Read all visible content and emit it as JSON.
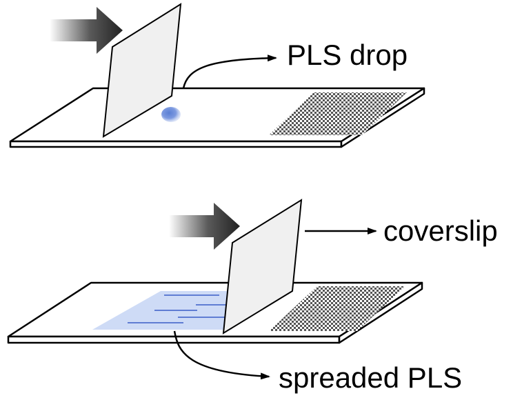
{
  "labels": {
    "pls_drop": "PLS drop",
    "coverslip": "coverslip",
    "spreaded_pls": "spreaded PLS"
  },
  "colors": {
    "outline": "#000000",
    "coverslip_fill": "#f0f0f0",
    "drop": "#6f8fd6",
    "spread_fill": "#c9d7f5",
    "spread_lines": "#3a5cc7",
    "push_arrow": "#2e2e2e",
    "frosted_end": "#555555"
  },
  "icons": {
    "push_arrow": "push-arrow-icon",
    "pointer_arrow": "pointer-arrow-icon"
  }
}
